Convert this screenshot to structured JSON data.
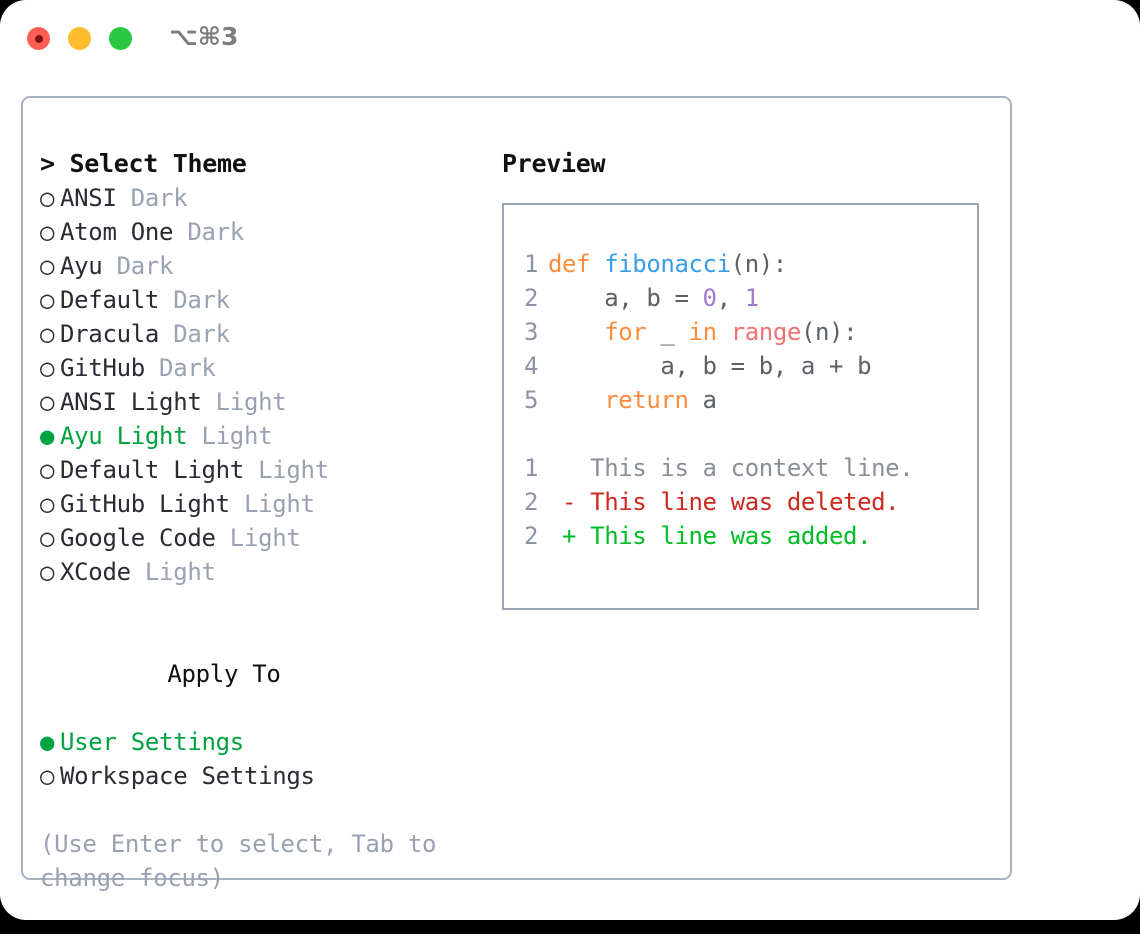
{
  "window": {
    "shortcut": "⌥⌘3",
    "traffic_lights": [
      "close",
      "minimize",
      "maximize"
    ]
  },
  "theme_selector": {
    "header": "> Select Theme",
    "selected_bullet": "●",
    "unselected_bullet": "○",
    "items": [
      {
        "bullet": "○",
        "name": "ANSI",
        "category": "Dark",
        "selected": false
      },
      {
        "bullet": "○",
        "name": "Atom One",
        "category": "Dark",
        "selected": false
      },
      {
        "bullet": "○",
        "name": "Ayu",
        "category": "Dark",
        "selected": false
      },
      {
        "bullet": "○",
        "name": "Default",
        "category": "Dark",
        "selected": false
      },
      {
        "bullet": "○",
        "name": "Dracula",
        "category": "Dark",
        "selected": false
      },
      {
        "bullet": "○",
        "name": "GitHub",
        "category": "Dark",
        "selected": false
      },
      {
        "bullet": "○",
        "name": "ANSI Light",
        "category": "Light",
        "selected": false
      },
      {
        "bullet": "●",
        "name": "Ayu Light",
        "category": "Light",
        "selected": true
      },
      {
        "bullet": "○",
        "name": "Default Light",
        "category": "Light",
        "selected": false
      },
      {
        "bullet": "○",
        "name": "GitHub Light",
        "category": "Light",
        "selected": false
      },
      {
        "bullet": "○",
        "name": "Google Code",
        "category": "Light",
        "selected": false
      },
      {
        "bullet": "○",
        "name": "XCode",
        "category": "Light",
        "selected": false
      }
    ]
  },
  "apply_to": {
    "header": "Apply To",
    "items": [
      {
        "bullet": "●",
        "name": "User Settings",
        "selected": true
      },
      {
        "bullet": "○",
        "name": "Workspace Settings",
        "selected": false
      }
    ]
  },
  "hint": "(Use Enter to select, Tab to change focus)",
  "preview": {
    "title": "Preview",
    "code_lines": [
      {
        "number": "1",
        "tokens": [
          {
            "text": "def ",
            "type": "kw"
          },
          {
            "text": "fibonacci",
            "type": "fn"
          },
          {
            "text": "(n):",
            "type": "txt"
          }
        ]
      },
      {
        "number": "2",
        "tokens": [
          {
            "text": "    a, b = ",
            "type": "txt"
          },
          {
            "text": "0",
            "type": "num"
          },
          {
            "text": ", ",
            "type": "txt"
          },
          {
            "text": "1",
            "type": "num"
          }
        ]
      },
      {
        "number": "3",
        "tokens": [
          {
            "text": "    ",
            "type": "txt"
          },
          {
            "text": "for",
            "type": "kw"
          },
          {
            "text": " _ ",
            "type": "txt"
          },
          {
            "text": "in",
            "type": "kw"
          },
          {
            "text": " ",
            "type": "txt"
          },
          {
            "text": "range",
            "type": "bi"
          },
          {
            "text": "(n):",
            "type": "txt"
          }
        ]
      },
      {
        "number": "4",
        "tokens": [
          {
            "text": "        a, b = b, a + b",
            "type": "txt"
          }
        ]
      },
      {
        "number": "5",
        "tokens": [
          {
            "text": "    ",
            "type": "txt"
          },
          {
            "text": "return",
            "type": "kw"
          },
          {
            "text": " a",
            "type": "txt"
          }
        ]
      }
    ],
    "diff_lines": [
      {
        "number": "1",
        "marker": " ",
        "text": " This is a context line.",
        "kind": "context"
      },
      {
        "number": "2",
        "marker": "-",
        "text": " This line was deleted.",
        "kind": "deleted"
      },
      {
        "number": "2",
        "marker": "+",
        "text": " This line was added.",
        "kind": "added"
      }
    ]
  },
  "colors": {
    "accent_green": "#00a33f",
    "muted": "#99a2b2",
    "border": "#aab3c2",
    "preview_border": "#9aa5b4",
    "kw": "#fa8d3e",
    "fn": "#399ee6",
    "builtin": "#f07171",
    "number": "#a37acc",
    "text": "#5c6166",
    "diff_context": "#8a8f98",
    "diff_deleted": "#cc2a1f",
    "diff_added": "#00bd26",
    "traffic_close": "#ff5f57",
    "traffic_min": "#ffbd2e",
    "traffic_max": "#28c840"
  }
}
